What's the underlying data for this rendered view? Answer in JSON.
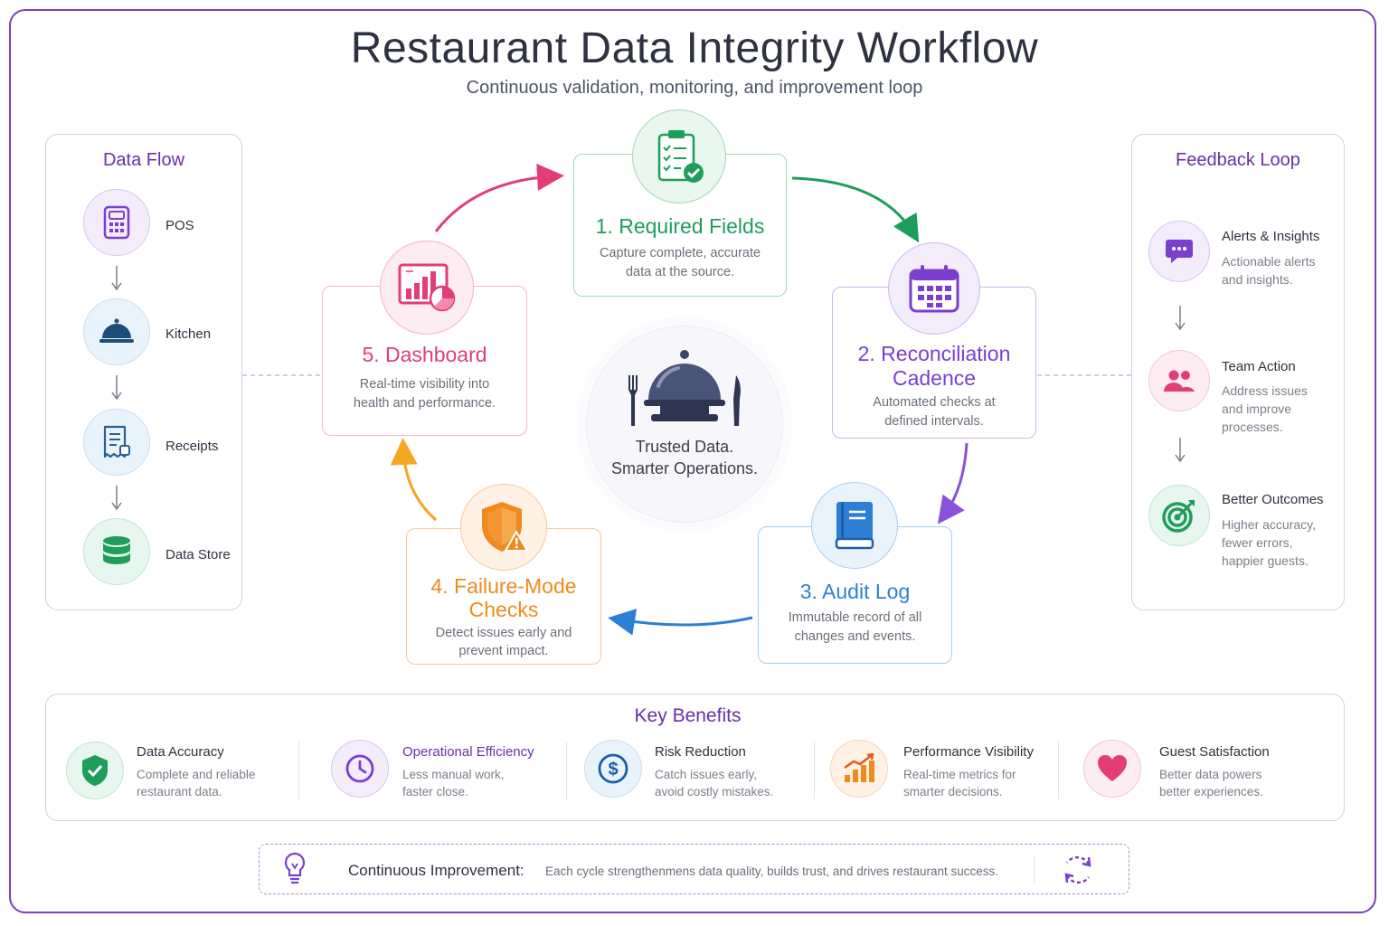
{
  "title": "Restaurant Data Integrity Workflow",
  "subtitle": "Continuous validation, monitoring, and improvement loop",
  "data_flow": {
    "title": "Data Flow",
    "items": [
      {
        "label": "POS",
        "icon": "pos-terminal-icon"
      },
      {
        "label": "Kitchen",
        "icon": "cloche-icon"
      },
      {
        "label": "Receipts",
        "icon": "receipt-icon"
      },
      {
        "label": "Data Store",
        "icon": "database-icon"
      }
    ]
  },
  "center": {
    "line1": "Trusted Data.",
    "line2": "Smarter Operations.",
    "icon": "cloche-with-cutlery-icon"
  },
  "steps": [
    {
      "title": "1. Required Fields",
      "desc1": "Capture complete, accurate",
      "desc2": "data at the source.",
      "color": "#1e9e5a",
      "icon": "clipboard-check-icon"
    },
    {
      "title1": "2. Reconciliation",
      "title2": "Cadence",
      "desc1": "Automated checks at",
      "desc2": "defined intervals.",
      "color": "#7b3fd0",
      "icon": "calendar-icon"
    },
    {
      "title": "3. Audit Log",
      "desc1": "Immutable record of all",
      "desc2": "changes and events.",
      "color": "#2d7fd6",
      "icon": "book-icon"
    },
    {
      "title1": "4. Failure-Mode",
      "title2": "Checks",
      "desc1": "Detect issues early and",
      "desc2": "prevent impact.",
      "color": "#f08a1c",
      "icon": "shield-warning-icon"
    },
    {
      "title": "5. Dashboard",
      "desc1": "Real-time visibility into",
      "desc2": "health and performance.",
      "color": "#e23e74",
      "icon": "dashboard-chart-icon"
    }
  ],
  "feedback_loop": {
    "title": "Feedback Loop",
    "items": [
      {
        "title": "Alerts & Insights",
        "desc1": "Actionable alerts",
        "desc2": "and insights.",
        "icon": "chat-bubble-icon"
      },
      {
        "title": "Team Action",
        "desc1": "Address issues",
        "desc2": "and improve",
        "desc3": "processes.",
        "icon": "team-icon"
      },
      {
        "title": "Better Outcomes",
        "desc1": "Higher accuracy,",
        "desc2": "fewer errors,",
        "desc3": "happier guests.",
        "icon": "target-icon"
      }
    ]
  },
  "benefits": {
    "title": "Key Benefits",
    "items": [
      {
        "title": "Data Accuracy",
        "desc1": "Complete and reliable",
        "desc2": "restaurant data.",
        "icon": "shield-check-icon"
      },
      {
        "title": "Operational Efficiency",
        "desc1": "Less manual work,",
        "desc2": "faster close.",
        "icon": "clock-icon"
      },
      {
        "title": "Risk Reduction",
        "desc1": "Catch issues early,",
        "desc2": "avoid costly mistakes.",
        "icon": "dollar-icon"
      },
      {
        "title": "Performance Visibility",
        "desc1": "Real-time metrics for",
        "desc2": "smarter decisions.",
        "icon": "bar-chart-icon"
      },
      {
        "title": "Guest Satisfaction",
        "desc1": "Better data powers",
        "desc2": "better experiences.",
        "icon": "heart-icon"
      }
    ]
  },
  "footer": {
    "label": "Continuous Improvement:",
    "text": "Each cycle strengthenmens data quality, builds trust, and drives restaurant success.",
    "left_icon": "lightbulb-icon",
    "right_icon": "refresh-cycle-icon"
  },
  "colors": {
    "frame": "#7b3fb8",
    "green": "#1e9e5a",
    "purple": "#7b3fd0",
    "blue": "#2d7fd6",
    "orange": "#f08a1c",
    "pink": "#e23e74"
  }
}
